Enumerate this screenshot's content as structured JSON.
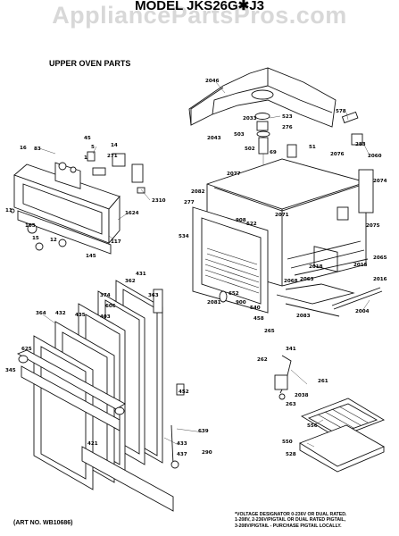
{
  "watermark": "AppliancePartsPros.com",
  "title": "MODEL JKS26G✱J3",
  "section_title": "UPPER OVEN PARTS",
  "art_no": "(ART NO. WB10686)",
  "footnote": [
    "*VOLTAGE DESIGNATOR 0-236V OR DUAL RATED.",
    "1-208V, 2-236V/PIGTAIL OR DUAL RATED PIGTAIL,",
    "3-208V/PIGTAIL - PURCHASE PIGTAIL LOCALLY."
  ],
  "callouts": {
    "c2046": "2046",
    "c523": "523",
    "c578": "578",
    "c2033": "2033",
    "c2043": "2043",
    "c276": "276",
    "c503": "503",
    "c502": "502",
    "c283": "283",
    "c51": "51",
    "c69": "69",
    "c2076": "2076",
    "c2060": "2060",
    "c2074": "2074",
    "c2077": "2077",
    "c2082": "2082",
    "c277": "277",
    "c16": "16",
    "c83": "83",
    "c45": "45",
    "c14": "14",
    "c5": "5",
    "c1": "1",
    "c271": "271",
    "c2310": "2310",
    "c1624": "1624",
    "c2075": "2075",
    "c2071": "2071",
    "c908": "908",
    "c522": "522",
    "c534": "534",
    "c2065": "2065",
    "c2018": "2018",
    "c2015": "2015",
    "c2068": "2068",
    "c2063": "2063",
    "c2016": "2016",
    "c2081": "2081",
    "c652": "652",
    "c900": "900",
    "c540": "540",
    "c2004": "2004",
    "c2083": "2083",
    "c458": "458",
    "c265": "265",
    "c11": "11",
    "c105": "105",
    "c15": "15",
    "c12": "12",
    "c117": "117",
    "c145": "145",
    "c431": "431",
    "c362": "362",
    "c363": "363",
    "c374": "374",
    "c606": "606",
    "c403": "403",
    "c364": "364",
    "c432": "432",
    "c435": "435",
    "c345": "345",
    "c625": "625",
    "c452": "452",
    "c433": "433",
    "c437": "437",
    "c421": "421",
    "c639": "639",
    "c290": "290",
    "c341": "341",
    "c262": "262",
    "c261": "261",
    "c2038": "2038",
    "c263": "263",
    "c550": "550",
    "c528": "528",
    "c556": "556"
  }
}
